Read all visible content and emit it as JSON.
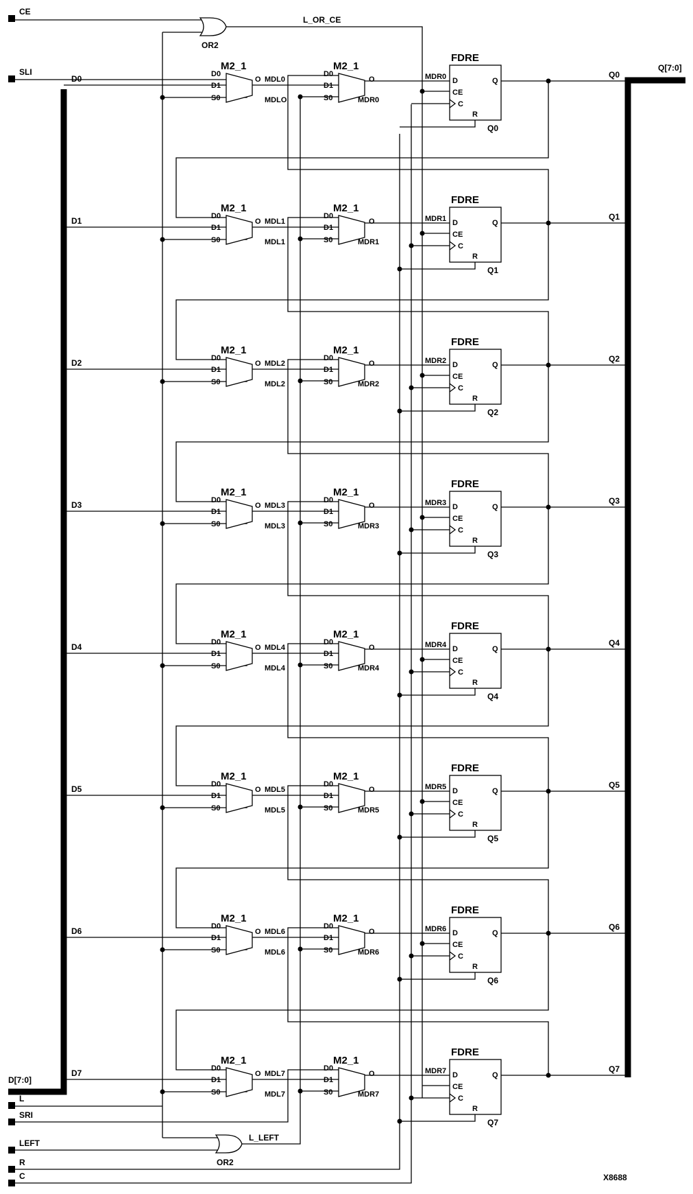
{
  "diagram": {
    "figure_id": "X8688",
    "inputs": [
      "CE",
      "SLI",
      "L",
      "SRI",
      "LEFT",
      "R",
      "C"
    ],
    "bus_in": {
      "label": "D[7:0]",
      "bits": [
        "D0",
        "D1",
        "D2",
        "D3",
        "D4",
        "D5",
        "D6",
        "D7"
      ]
    },
    "bus_out": {
      "label": "Q[7:0]",
      "bits": [
        "Q0",
        "Q1",
        "Q2",
        "Q3",
        "Q4",
        "Q5",
        "Q6",
        "Q7"
      ]
    },
    "gates": {
      "or_top": {
        "type": "OR2",
        "output_net": "L_OR_CE"
      },
      "or_bottom": {
        "type": "OR2",
        "output_net": "L_LEFT"
      }
    },
    "mux": {
      "type": "M2_1",
      "pins": [
        "D0",
        "D1",
        "S0",
        "O"
      ]
    },
    "flipflop": {
      "type": "FDRE",
      "pins": [
        "D",
        "CE",
        "C",
        "R",
        "Q"
      ]
    },
    "stages": [
      {
        "mdl_net": "MDL0",
        "mdl_inst": "MDLO",
        "mdr_net": "MDR0",
        "mdr_inst": "MDR0",
        "q_inst": "Q0"
      },
      {
        "mdl_net": "MDL1",
        "mdl_inst": "MDL1",
        "mdr_net": "MDR1",
        "mdr_inst": "MDR1",
        "q_inst": "Q1"
      },
      {
        "mdl_net": "MDL2",
        "mdl_inst": "MDL2",
        "mdr_net": "MDR2",
        "mdr_inst": "MDR2",
        "q_inst": "Q2"
      },
      {
        "mdl_net": "MDL3",
        "mdl_inst": "MDL3",
        "mdr_net": "MDR3",
        "mdr_inst": "MDR3",
        "q_inst": "Q3"
      },
      {
        "mdl_net": "MDL4",
        "mdl_inst": "MDL4",
        "mdr_net": "MDR4",
        "mdr_inst": "MDR4",
        "q_inst": "Q4"
      },
      {
        "mdl_net": "MDL5",
        "mdl_inst": "MDL5",
        "mdr_net": "MDR5",
        "mdr_inst": "MDR5",
        "q_inst": "Q5"
      },
      {
        "mdl_net": "MDL6",
        "mdl_inst": "MDL6",
        "mdr_net": "MDR6",
        "mdr_inst": "MDR6",
        "q_inst": "Q6"
      },
      {
        "mdl_net": "MDL7",
        "mdl_inst": "MDL7",
        "mdr_net": "MDR7",
        "mdr_inst": "MDR7",
        "q_inst": "Q7"
      }
    ]
  }
}
